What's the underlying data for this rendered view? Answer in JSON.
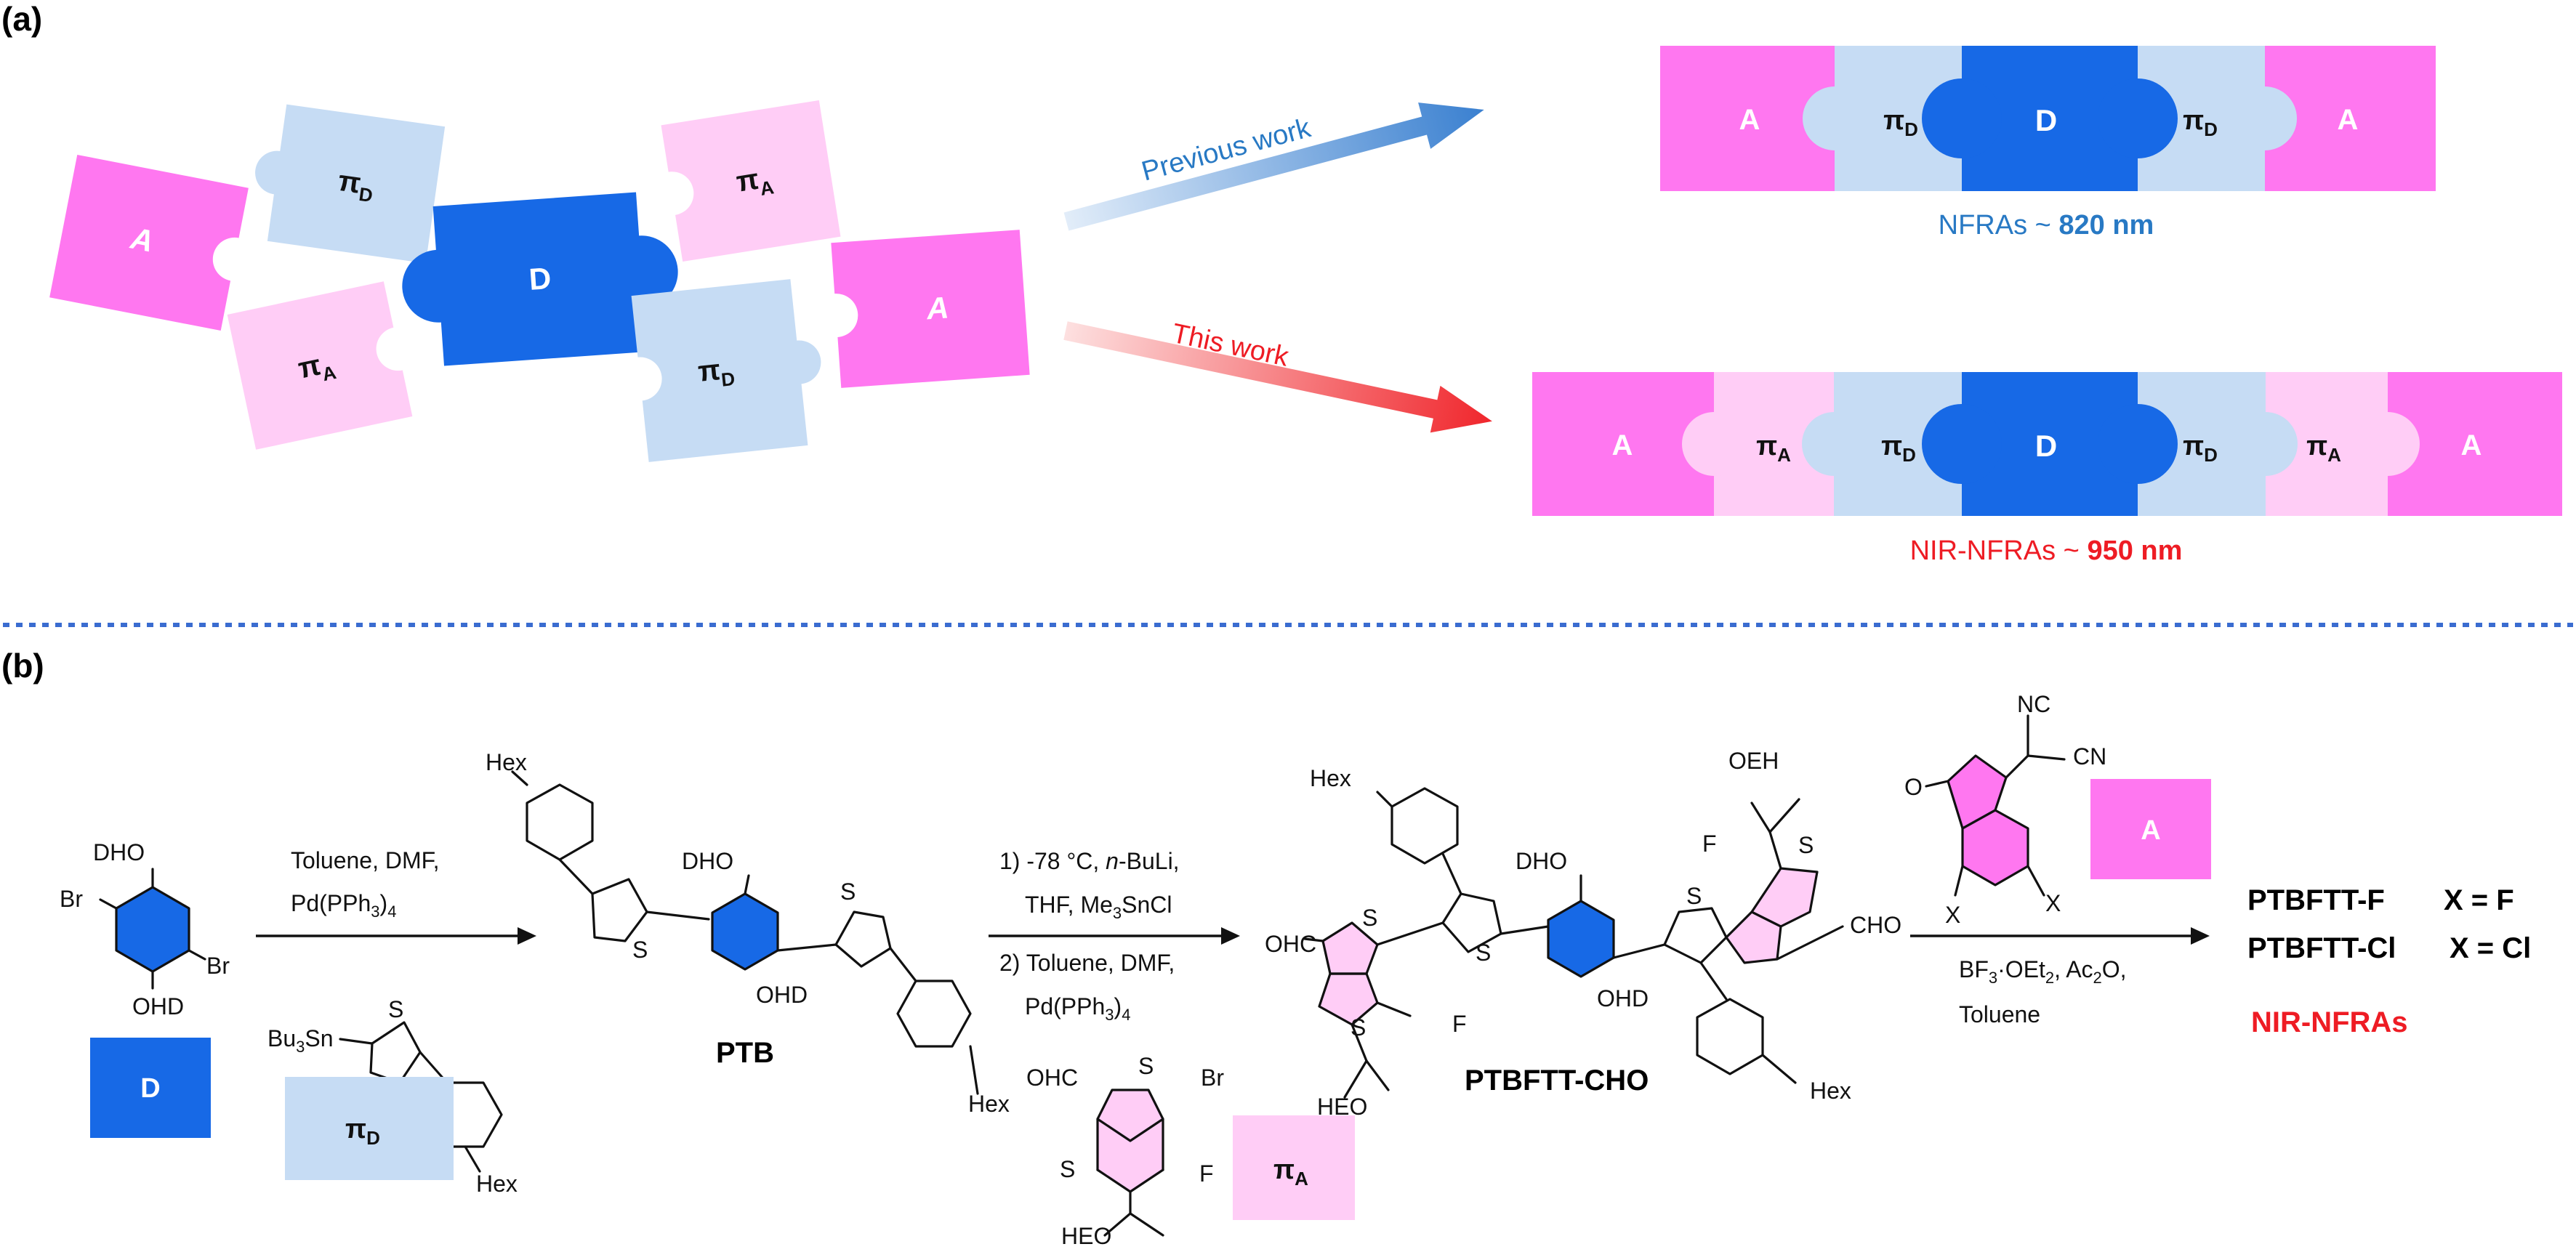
{
  "panel_a": {
    "label": "(a)",
    "blocks": {
      "A": "A",
      "D": "D",
      "pi": "π",
      "sub_d": "D",
      "sub_a": "A"
    },
    "previous_label": "Previous work",
    "this_label": "This work",
    "nfra_caption_prefix": "NFRAs ~ ",
    "nfra_caption_value": "820 nm",
    "nir_caption_prefix": "NIR-NFRAs ~ ",
    "nir_caption_value": "950 nm"
  },
  "panel_b": {
    "label": "(b)",
    "step1": {
      "line1": "Toluene, DMF,",
      "line2": "Pd(PPh",
      "line2_sub": "3",
      "line2_end": ")",
      "line2_sub2": "4"
    },
    "step2": {
      "line1_a": "1) -78 °C, ",
      "line1_b": "n",
      "line1_c": "-BuLi,",
      "line2_a": "THF, Me",
      "line2_sub": "3",
      "line2_b": "SnCl",
      "line3": "2) Toluene, DMF,",
      "line4_a": "Pd(PPh",
      "line4_sub": "3",
      "line4_b": ")",
      "line4_sub2": "4"
    },
    "step3": {
      "line1_a": "BF",
      "line1_sub": "3",
      "line1_b": "·OEt",
      "line1_sub2": "2",
      "line1_c": ", Ac",
      "line1_sub3": "2",
      "line1_d": "O,",
      "line2": "Toluene"
    },
    "compound_ptb": "PTB",
    "compound_cho": "PTBFTT-CHO",
    "products": [
      {
        "name": "PTBFTT-F",
        "x": "X = F"
      },
      {
        "name": "PTBFTT-Cl",
        "x": "X = Cl"
      }
    ],
    "nir_label": "NIR-NFRAs",
    "atoms": {
      "dho": "DHO",
      "ohd": "OHD",
      "br": "Br",
      "bu3sn_a": "Bu",
      "bu3sn_sub": "3",
      "bu3sn_b": "Sn",
      "s": "S",
      "hex": "Hex",
      "f": "F",
      "ohc": "OHC",
      "cho": "CHO",
      "heo": "HEO",
      "oeh": "OEH",
      "nc": "NC",
      "cn": "CN",
      "o": "O",
      "x": "X"
    },
    "tags": {
      "D": "D",
      "A": "A",
      "pi": "π",
      "sub_d": "D",
      "sub_a": "A"
    }
  },
  "colors": {
    "acceptor": "#ff77f0",
    "donor": "#1769e6",
    "pi_donor": "#c6dcf4",
    "pi_acceptor": "#ffcdf6",
    "blue_text": "#2879c4",
    "red_text": "#ee1c24",
    "divider": "#3a6cd0"
  }
}
